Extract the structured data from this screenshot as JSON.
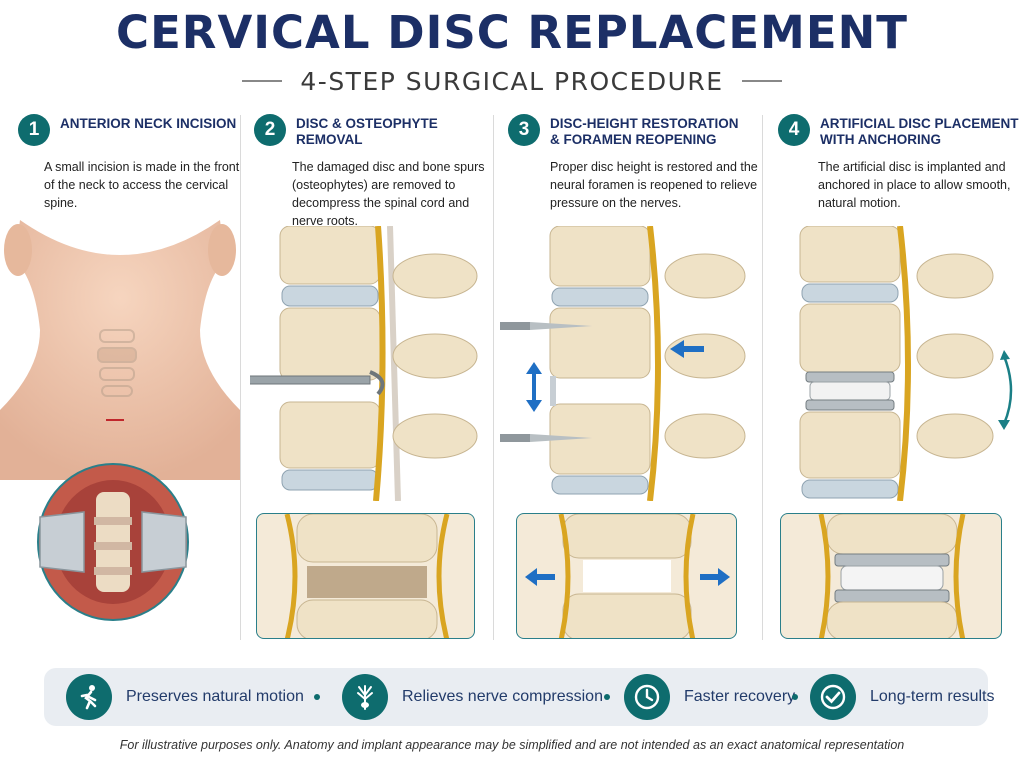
{
  "header": {
    "title": "CERVICAL DISC REPLACEMENT",
    "subtitle": "4-STEP SURGICAL PROCEDURE"
  },
  "steps": [
    {
      "number": "1",
      "title": "Anterior Neck Incision",
      "description": "A small incision is made in the front of the neck to access the cervical spine."
    },
    {
      "number": "2",
      "title": "Disc & Osteophyte Removal",
      "description": "The damaged disc and bone spurs (osteophytes) are removed to decompress the spinal cord and nerve roots."
    },
    {
      "number": "3",
      "title": "Disc-Height Restoration & Foramen Reopening",
      "description": "Proper disc height is restored and the neural foramen is reopened to relieve pressure on the nerves."
    },
    {
      "number": "4",
      "title": "Artificial Disc Placement with Anchoring",
      "description": "The artificial disc is implanted and anchored in place to allow smooth, natural motion."
    }
  ],
  "benefits": [
    {
      "label": "Preserves natural motion",
      "icon": "running-person-icon"
    },
    {
      "label": "Relieves nerve compression",
      "icon": "nerve-icon"
    },
    {
      "label": "Faster recovery",
      "icon": "clock-icon"
    },
    {
      "label": "Long-term results",
      "icon": "check-circle-icon"
    }
  ],
  "disclaimer": "For illustrative purposes only. Anatomy and implant appearance may be simplified and are not intended as an exact anatomical representation",
  "colors": {
    "title": "#1c2f66",
    "accent": "#0e6c6e",
    "bone": "#efe2c6",
    "disc": "#c9d6df",
    "nerve": "#d9a521",
    "arrow": "#1f6fc4"
  }
}
